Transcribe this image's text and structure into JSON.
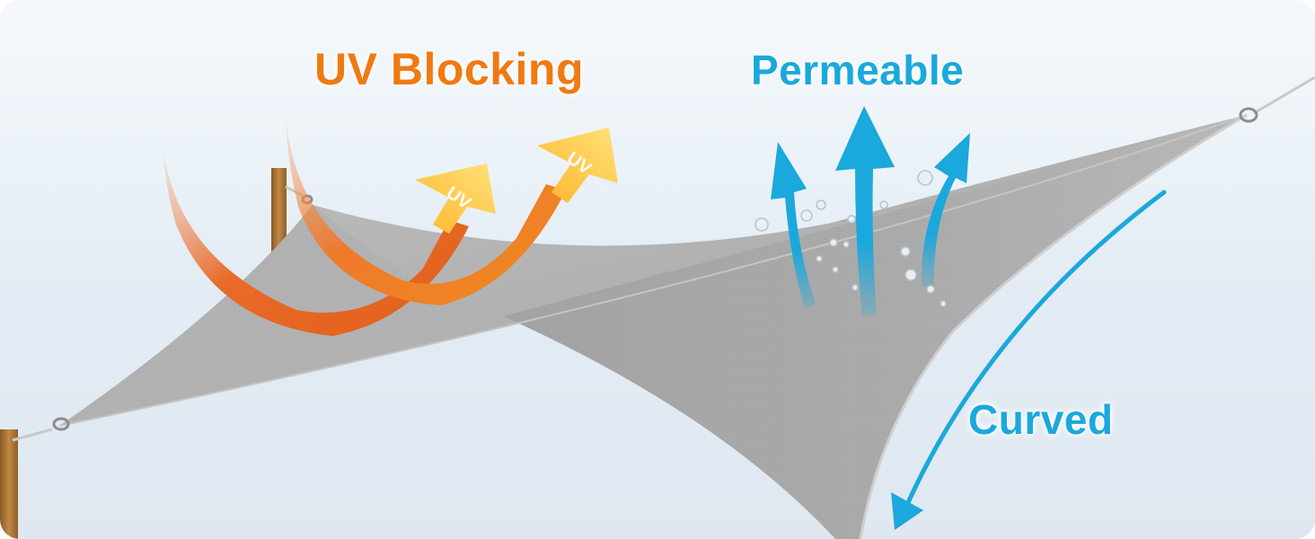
{
  "features": {
    "uv_blocking": "UV Blocking",
    "permeable": "Permeable",
    "curved": "Curved"
  },
  "uv_arrow_tag": "UV",
  "colors": {
    "uv_orange": "#f07a12",
    "uv_yellow": "#ffd34d",
    "water_blue": "#1ba8dc",
    "shade_grey": "#a8a8a8",
    "post_wood": "#b8843e"
  }
}
